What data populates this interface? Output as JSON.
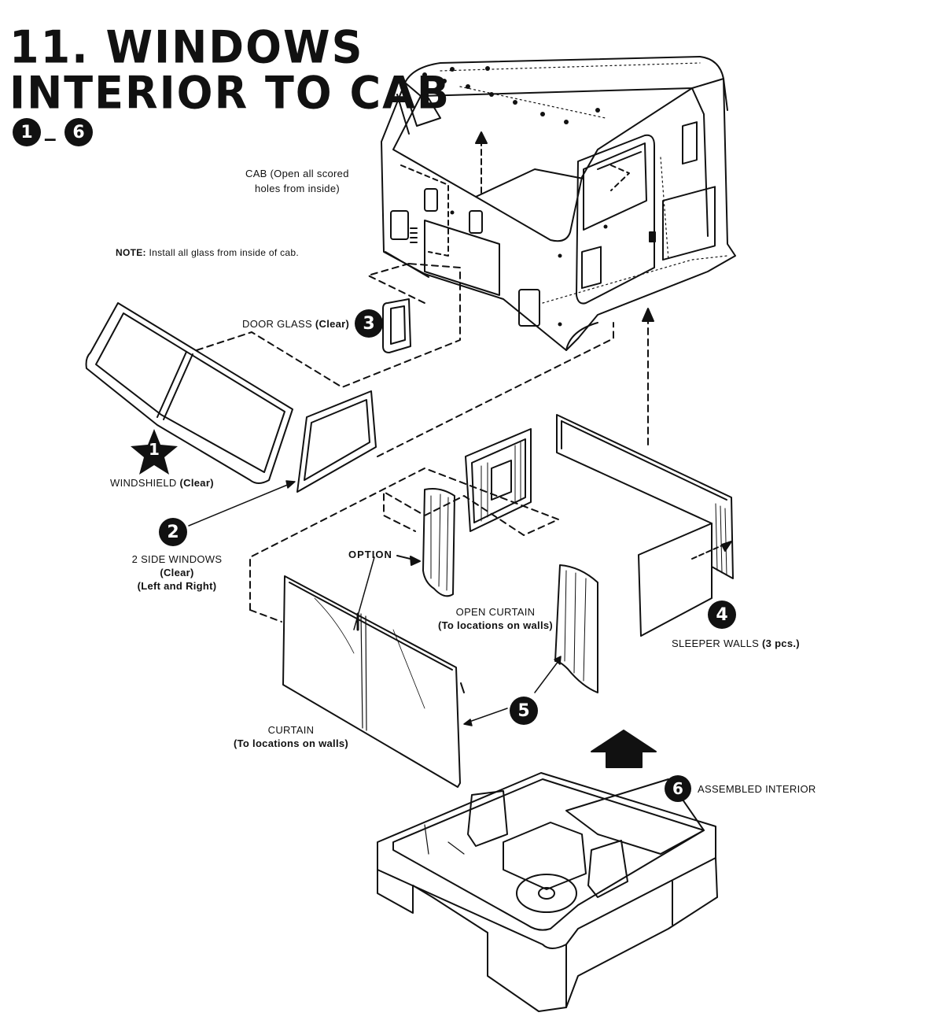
{
  "header": {
    "title_line1": "11. WINDOWS",
    "title_line2": "INTERIOR TO CAB",
    "range_start": "1",
    "range_sep": "–",
    "range_end": "6"
  },
  "labels": {
    "cab_line1": "CAB (Open all scored",
    "cab_line2": "holes from inside)",
    "note_bold": "NOTE:",
    "note_text": " Install all glass from inside of cab.",
    "door_glass": "DOOR GLASS",
    "door_glass_spec": "(Clear)",
    "windshield": "WINDSHIELD",
    "windshield_spec": "(Clear)",
    "side_windows_line1": "2 SIDE WINDOWS",
    "side_windows_line2": "(Clear)",
    "side_windows_line3": "(Left and Right)",
    "option": "OPTION",
    "open_curtain_line1": "OPEN CURTAIN",
    "open_curtain_line2": "(To locations on walls)",
    "sleeper_walls": "SLEEPER WALLS",
    "sleeper_walls_spec": "(3 pcs.)",
    "curtain_line1": "CURTAIN",
    "curtain_line2": "(To locations on walls)",
    "assembled_interior": "ASSEMBLED INTERIOR"
  },
  "steps": {
    "s1": "1",
    "s2": "2",
    "s3": "3",
    "s4": "4",
    "s5": "5",
    "s6": "6"
  },
  "colors": {
    "ink": "#111111",
    "paper": "#ffffff"
  }
}
